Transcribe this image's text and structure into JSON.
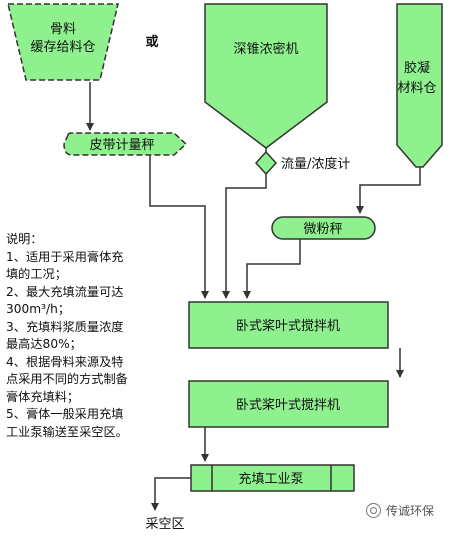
{
  "diagram": {
    "aggregate_bin": [
      "骨料",
      "缓存给料仓"
    ],
    "or_label": "或",
    "thickener": "深锥浓密机",
    "cement_bin": [
      "胶凝",
      "材料仓"
    ],
    "belt_scale": "皮带计量秤",
    "flow_meter": "流量/浓度计",
    "powder_scale": "微粉秤",
    "mixer_1": "卧式桨叶式搅拌机",
    "mixer_2": "卧式桨叶式搅拌机",
    "filling_pump": "充填工业泵",
    "goaf": "采空区"
  },
  "notes": [
    "说明：",
    "1、适用于采用膏体充",
    "填的工况；",
    "2、最大充填流量可达",
    "300m³/h；",
    "3、充填料浆质量浓度",
    "最高达80%；",
    "4、根据骨料来源及特",
    "点采用不同的方式制备",
    "膏体充填料；",
    "5、膏体一般采用充填",
    "工业泵输送至采空区。"
  ],
  "watermark": "传诚环保",
  "colors": {
    "fill": "#8EF18E",
    "stroke": "#333333",
    "line": "#333333"
  }
}
